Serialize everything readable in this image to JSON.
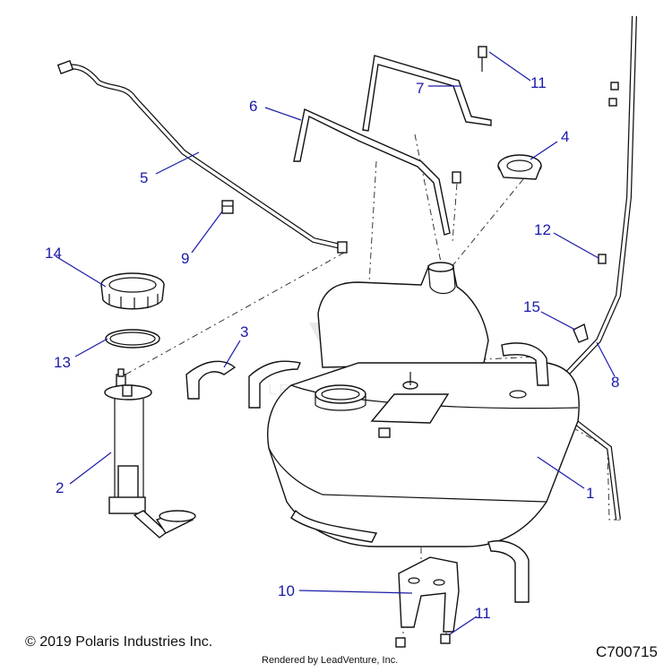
{
  "callouts": [
    {
      "id": "1",
      "label": "1"
    },
    {
      "id": "2",
      "label": "2"
    },
    {
      "id": "3",
      "label": "3"
    },
    {
      "id": "4",
      "label": "4"
    },
    {
      "id": "5",
      "label": "5"
    },
    {
      "id": "6",
      "label": "6"
    },
    {
      "id": "7",
      "label": "7"
    },
    {
      "id": "8",
      "label": "8"
    },
    {
      "id": "9",
      "label": "9"
    },
    {
      "id": "10",
      "label": "10"
    },
    {
      "id": "11a",
      "label": "11"
    },
    {
      "id": "11b",
      "label": "11"
    },
    {
      "id": "12",
      "label": "12"
    },
    {
      "id": "13",
      "label": "13"
    },
    {
      "id": "14",
      "label": "14"
    },
    {
      "id": "15",
      "label": "15"
    }
  ],
  "footer": {
    "copyright": "© 2019 Polaris Industries Inc.",
    "rendered_by": "Rendered by LeadVenture, Inc.",
    "diagram_code": "C700715"
  },
  "watermark_text": "LEADVENTURE",
  "colors": {
    "callout": "#1a1aa8",
    "line": "#111111"
  }
}
